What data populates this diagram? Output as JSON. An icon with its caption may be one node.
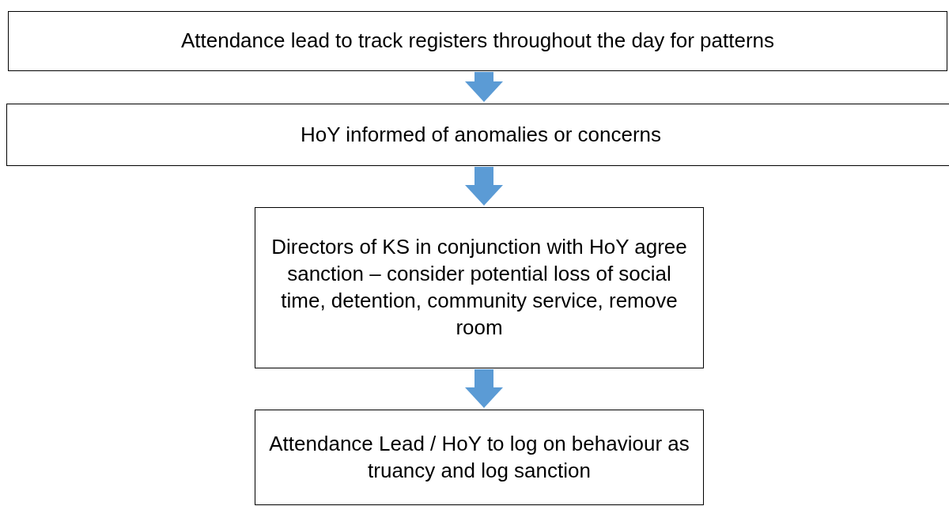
{
  "diagram": {
    "nodes": [
      {
        "text": [
          "Attendance lead to track registers throughout the day for patterns"
        ]
      },
      {
        "text": [
          "HoY informed of anomalies or concerns"
        ]
      },
      {
        "text": [
          "Directors of KS in conjunction with HoY agree sanction – consider potential loss of social time, detention, community service, remove room"
        ]
      },
      {
        "text": [
          "Attendance Lead / HoY to log on behaviour as truancy and log sanction"
        ]
      }
    ],
    "edges": [
      {
        "from": 0,
        "to": 1,
        "arrow": "to"
      },
      {
        "from": 1,
        "to": 2,
        "arrow": "to"
      },
      {
        "from": 2,
        "to": 3,
        "arrow": "to"
      }
    ]
  }
}
